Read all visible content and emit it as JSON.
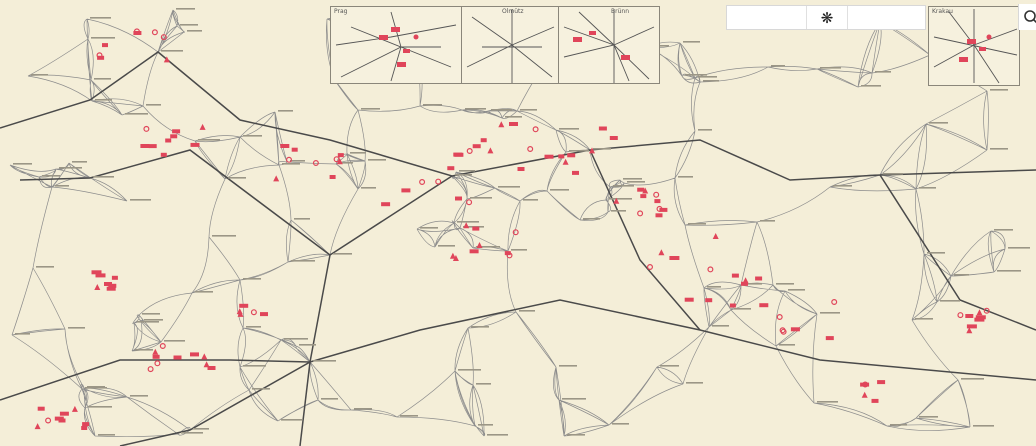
{
  "map": {
    "insets": [
      {
        "title": "Prag"
      },
      {
        "title": "Olmütz"
      },
      {
        "title": "Brünn"
      },
      {
        "title": "Krakau"
      }
    ],
    "colors": {
      "paper": "#f4eed8",
      "rail": "#4a4a4a",
      "road": "#8c8c8c",
      "symbol": "#e0455a"
    }
  },
  "toolbar": {
    "tool_icon": "asterisk-icon",
    "tool_glyph": "❋",
    "search_icon": "search-icon"
  }
}
